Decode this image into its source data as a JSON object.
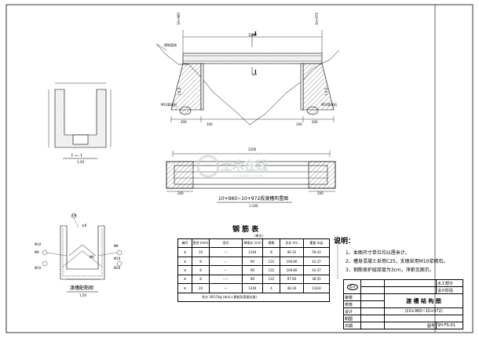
{
  "header": {
    "label_tl": "10+960",
    "label_tr": "10+972",
    "terrain_note": "原地面线"
  },
  "elevation_view": {
    "dim_span": "1200",
    "dim_support_left": "200",
    "dim_support_right": "200",
    "dim_total_left": "100",
    "dim_total_right": "100",
    "side_label_left": "1:0.5",
    "side_label_right": "1:0.5",
    "pier_label_left": "M10浆砌石",
    "pier_label_right": "M10浆砌石",
    "section_mark_top": "I",
    "section_mark_bottom": "I"
  },
  "plan_view": {
    "dim_span": "1200",
    "dim_left": "200",
    "dim_right": "200",
    "caption": "10+960~10+972段渡槽布置图",
    "scale": "1:100"
  },
  "section_view": {
    "caption": "I — I",
    "scale": "1:20"
  },
  "rebar_detail": {
    "caption": "渡槽配筋图",
    "scale": "1:20",
    "labels": [
      "①8",
      "②8",
      "Φ10",
      "Φ8",
      "Φ8",
      "Φ10",
      "Φ10",
      "Φ20",
      "Φ8"
    ]
  },
  "rebar_table": {
    "title": "钢 筋 表",
    "unit": "(单位)",
    "headers": [
      "编号",
      "直径 (mm)",
      "型式",
      "单根长 (cm)",
      "根数",
      "总长 (m)",
      "重量 (kg)"
    ],
    "rows": [
      [
        "①",
        "10",
        "—",
        "1204",
        "8",
        "96.32",
        "59.43"
      ],
      [
        "②",
        "8",
        "⌐",
        "90",
        "122",
        "109.80",
        "43.37"
      ],
      [
        "③",
        "8",
        "⌐",
        "90",
        "122",
        "109.80",
        "43.37"
      ],
      [
        "④",
        "8",
        "⌐⌐",
        "80",
        "122",
        "97.60",
        "38.55"
      ],
      [
        "⑤",
        "20",
        "—",
        "1204",
        "4",
        "48.16",
        "118.8"
      ]
    ],
    "total": "合计 303.5kg (未计入损耗及搭接长度)"
  },
  "notes": {
    "title": "说明：",
    "items": [
      "1、本图尺寸单位均以厘米计。",
      "2、槽身混凝土采用C25，支墩采用M10浆砌石。",
      "3、钢筋保护层厚度为3cm，净距见图示。"
    ]
  },
  "title_block": {
    "logo": "设计",
    "row1": [
      "",
      "",
      "",
      "水工部分"
    ],
    "row2": [
      "",
      "",
      "",
      "设计阶段"
    ],
    "drawing_name": "渡 槽 结 构 图",
    "drawing_sub": "(10+960~10+972)",
    "roles": [
      "审核",
      "校核",
      "设计",
      "制图"
    ],
    "date_label": "日期",
    "number_label": "图号",
    "number_value": "SH-FS-01"
  },
  "watermark": {
    "text_cn": "土木在线",
    "text_en": "co188.com"
  },
  "colors": {
    "line": "#000000",
    "hatch": "#555555",
    "watermark": "#d7dedb"
  }
}
